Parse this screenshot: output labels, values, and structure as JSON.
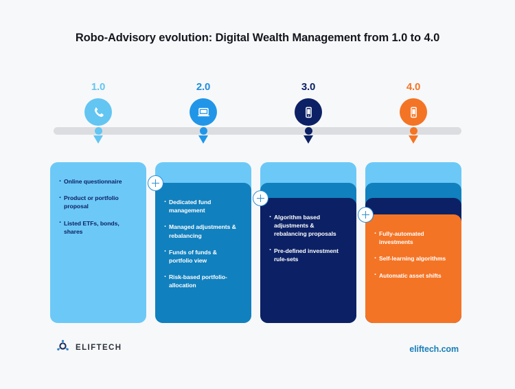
{
  "title": "Robo-Advisory evolution: Digital Wealth Management from 1.0 to 4.0",
  "palette": {
    "background": "#f7f8fa",
    "light_blue": "#6cc9f7",
    "medium_blue": "#1180be",
    "navy": "#0c2165",
    "orange": "#f47425",
    "timeline_gray": "#dcdde0",
    "icon_blue_1": "#63c5f2",
    "icon_blue_2": "#2196e8",
    "plus_border": "#2a8fd4"
  },
  "stages": [
    {
      "version": "1.0",
      "version_color": "#63c5f2",
      "icon": "phone-handset-icon",
      "circle_color": "#63c5f2",
      "dot_color": "#63c5f2",
      "arrow_color": "#63c5f2",
      "card_color": "#6cc9f7",
      "text_color": "#0c2165",
      "has_plus": false,
      "bullets": [
        "Online questionnaire",
        "Product or portfolio proposal",
        "Listed ETFs, bonds, shares"
      ]
    },
    {
      "version": "2.0",
      "version_color": "#1e8ddd",
      "icon": "laptop-icon",
      "circle_color": "#2196e8",
      "dot_color": "#2196e8",
      "arrow_color": "#2196e8",
      "card_color": "#1180be",
      "text_color": "#ffffff",
      "has_plus": true,
      "bullets": [
        "Dedicated fund management",
        "Managed adjustments & rebalancing",
        "Funds of funds & portfolio view",
        "Risk-based portfolio-allocation"
      ]
    },
    {
      "version": "3.0",
      "version_color": "#0c2165",
      "icon": "smartphone-icon",
      "circle_color": "#0c2165",
      "dot_color": "#0c2165",
      "arrow_color": "#0c2165",
      "card_color": "#0c2165",
      "text_color": "#ffffff",
      "has_plus": true,
      "bullets": [
        "Algorithm based adjustments & rebalancing proposals",
        "Pre-defined investment rule-sets"
      ]
    },
    {
      "version": "4.0",
      "version_color": "#f47425",
      "icon": "smartphone-icon",
      "circle_color": "#f47425",
      "dot_color": "#f47425",
      "arrow_color": "#f47425",
      "card_color": "#f47425",
      "text_color": "#ffffff",
      "has_plus": true,
      "bullets": [
        "Fully-automated investments",
        "Self-learning algorithms",
        "Automatic asset shifts"
      ]
    }
  ],
  "footer": {
    "logo_icon": "eliftech-atom-logo-icon",
    "logo_text": "ELIFTECH",
    "website": "eliftech.com"
  }
}
